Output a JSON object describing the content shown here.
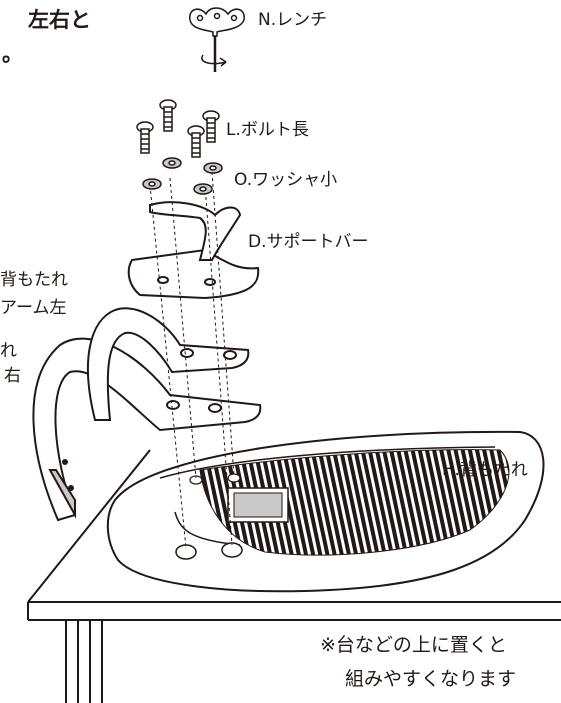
{
  "intro": {
    "line1": "左右と",
    "line2": "。"
  },
  "labels": {
    "wrench": "N.レンチ",
    "bolt": "L.ボルト長",
    "washer": "O.ワッシャ小",
    "support_bar": "D.サポートバー",
    "arm_left_1": "背もたれ",
    "arm_left_2": "アーム左",
    "arm_right_1": "れ",
    "arm_right_2": "右",
    "backrest": "H.背もたれ"
  },
  "note": {
    "line1": "※台などの上に置くと",
    "line2": "組みやすくなります"
  },
  "colors": {
    "ink": "#231815",
    "paper": "#ffffff",
    "shade": "#c9c9c9",
    "mid": "#8a8a8a"
  }
}
